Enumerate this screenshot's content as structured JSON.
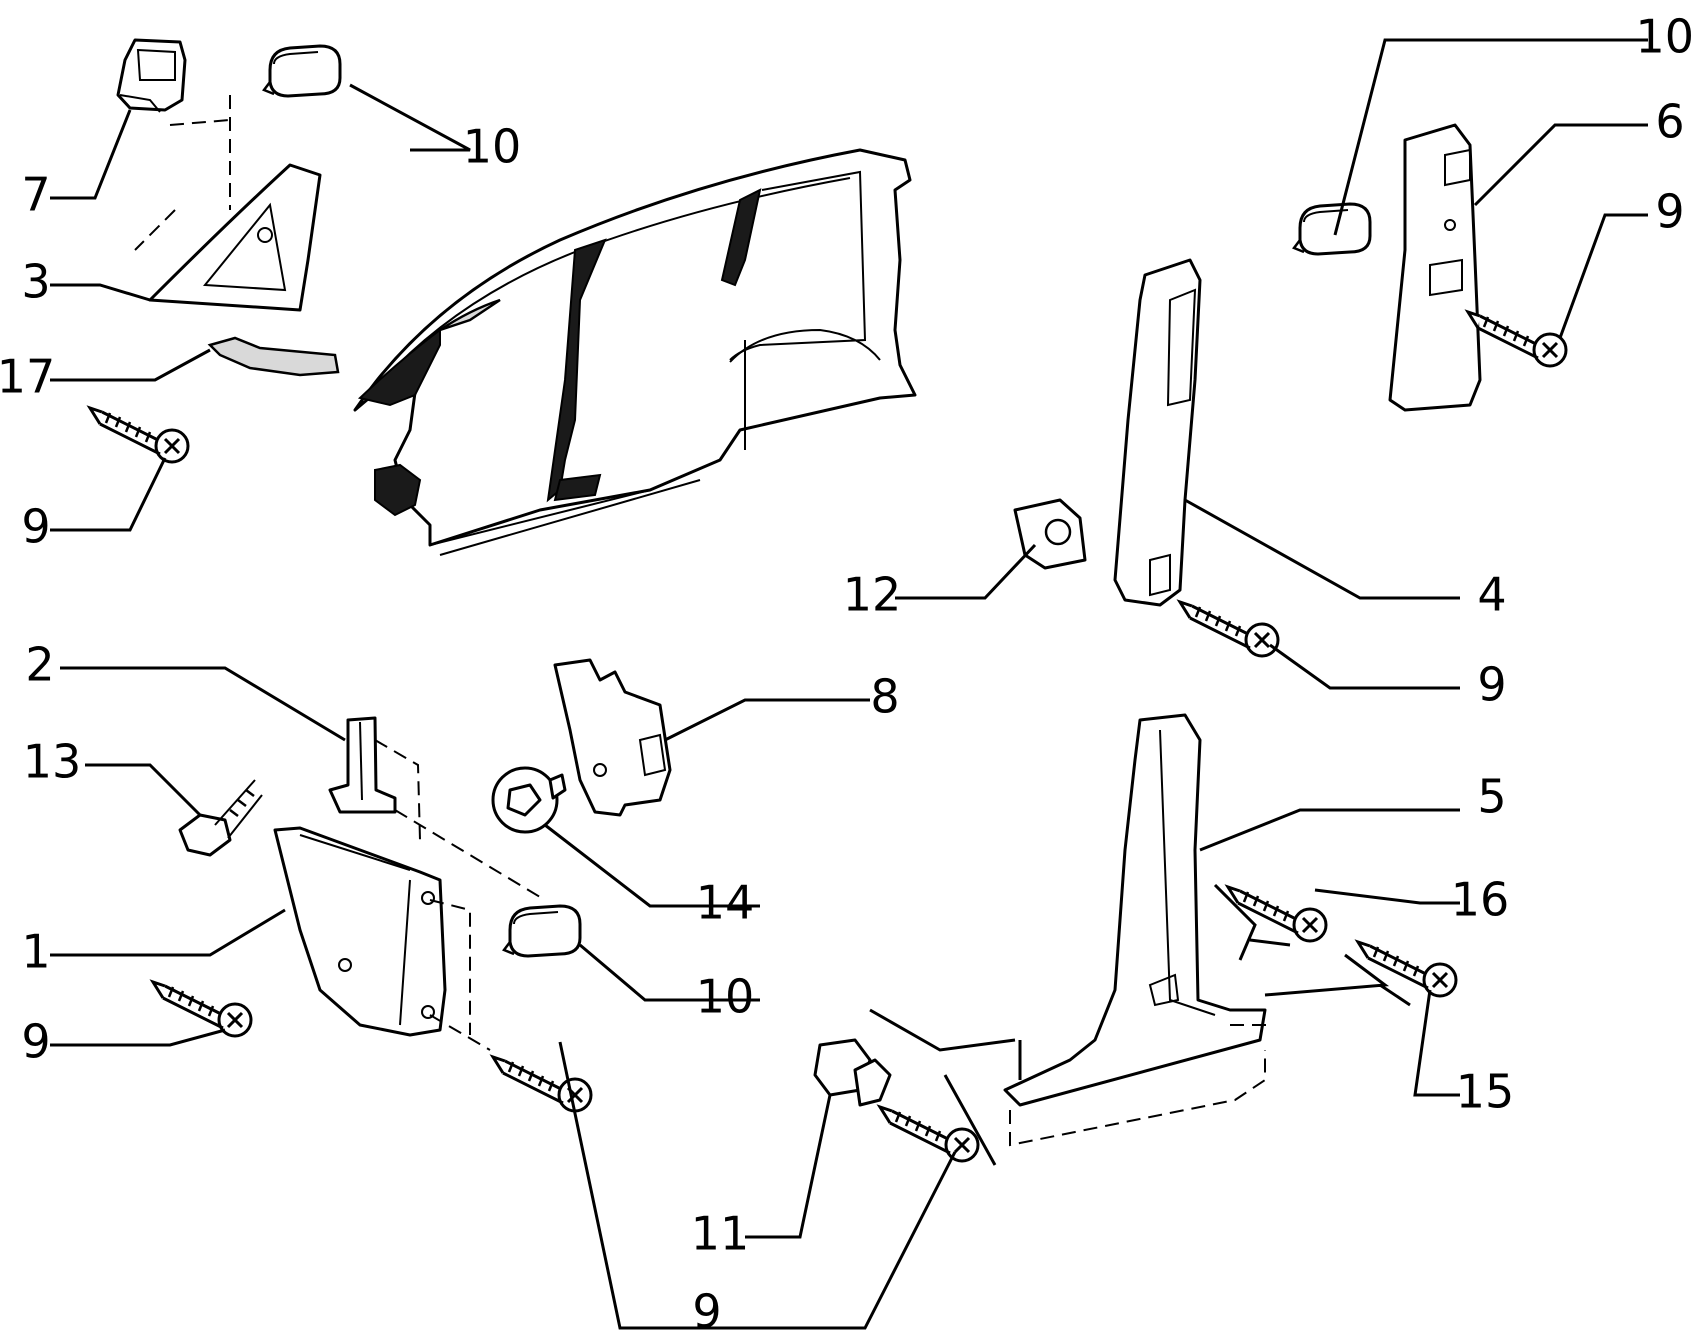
{
  "diagram": {
    "callouts": [
      {
        "id": "c10a",
        "label": "10"
      },
      {
        "id": "c7",
        "label": "7"
      },
      {
        "id": "c3",
        "label": "3"
      },
      {
        "id": "c17",
        "label": "17"
      },
      {
        "id": "c9a",
        "label": "9"
      },
      {
        "id": "c10b",
        "label": "10"
      },
      {
        "id": "c6",
        "label": "6"
      },
      {
        "id": "c9b",
        "label": "9"
      },
      {
        "id": "c12",
        "label": "12"
      },
      {
        "id": "c4",
        "label": "4"
      },
      {
        "id": "c9c",
        "label": "9"
      },
      {
        "id": "c2",
        "label": "2"
      },
      {
        "id": "c8",
        "label": "8"
      },
      {
        "id": "c13",
        "label": "13"
      },
      {
        "id": "c5",
        "label": "5"
      },
      {
        "id": "c14",
        "label": "14"
      },
      {
        "id": "c16",
        "label": "16"
      },
      {
        "id": "c1",
        "label": "1"
      },
      {
        "id": "c10c",
        "label": "10"
      },
      {
        "id": "c9d",
        "label": "9"
      },
      {
        "id": "c15",
        "label": "15"
      },
      {
        "id": "c11",
        "label": "11"
      },
      {
        "id": "c9e",
        "label": "9"
      }
    ]
  }
}
